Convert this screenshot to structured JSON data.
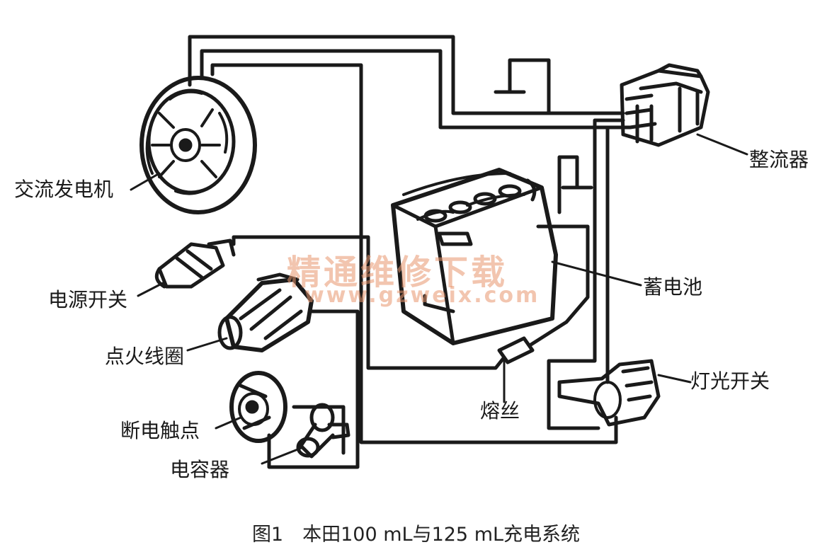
{
  "labels": {
    "alternator": "交流发电机",
    "rectifier": "整流器",
    "battery": "蓄电池",
    "power_switch": "电源开关",
    "ignition_coil": "点火线圈",
    "breaker_points": "断电触点",
    "capacitor": "电容器",
    "fuse": "熔丝",
    "light_switch": "灯光开关"
  },
  "caption": "图1　本田100 mL与125 mL充电系统",
  "watermark": {
    "main": "精通维修下载",
    "url": "www.gzweix.com"
  },
  "colors": {
    "line": "#1a1a1a",
    "watermark": "#e8966e"
  }
}
